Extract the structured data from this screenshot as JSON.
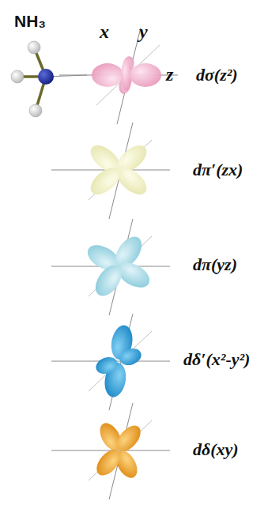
{
  "diagram": {
    "labels": [
      "NH₃",
      "x",
      "y",
      "z",
      "dσ(z²)",
      "dπ′(zx)",
      "dπ(yz)",
      "dδ′(x²-y²)",
      "dδ(xy)"
    ]
  }
}
